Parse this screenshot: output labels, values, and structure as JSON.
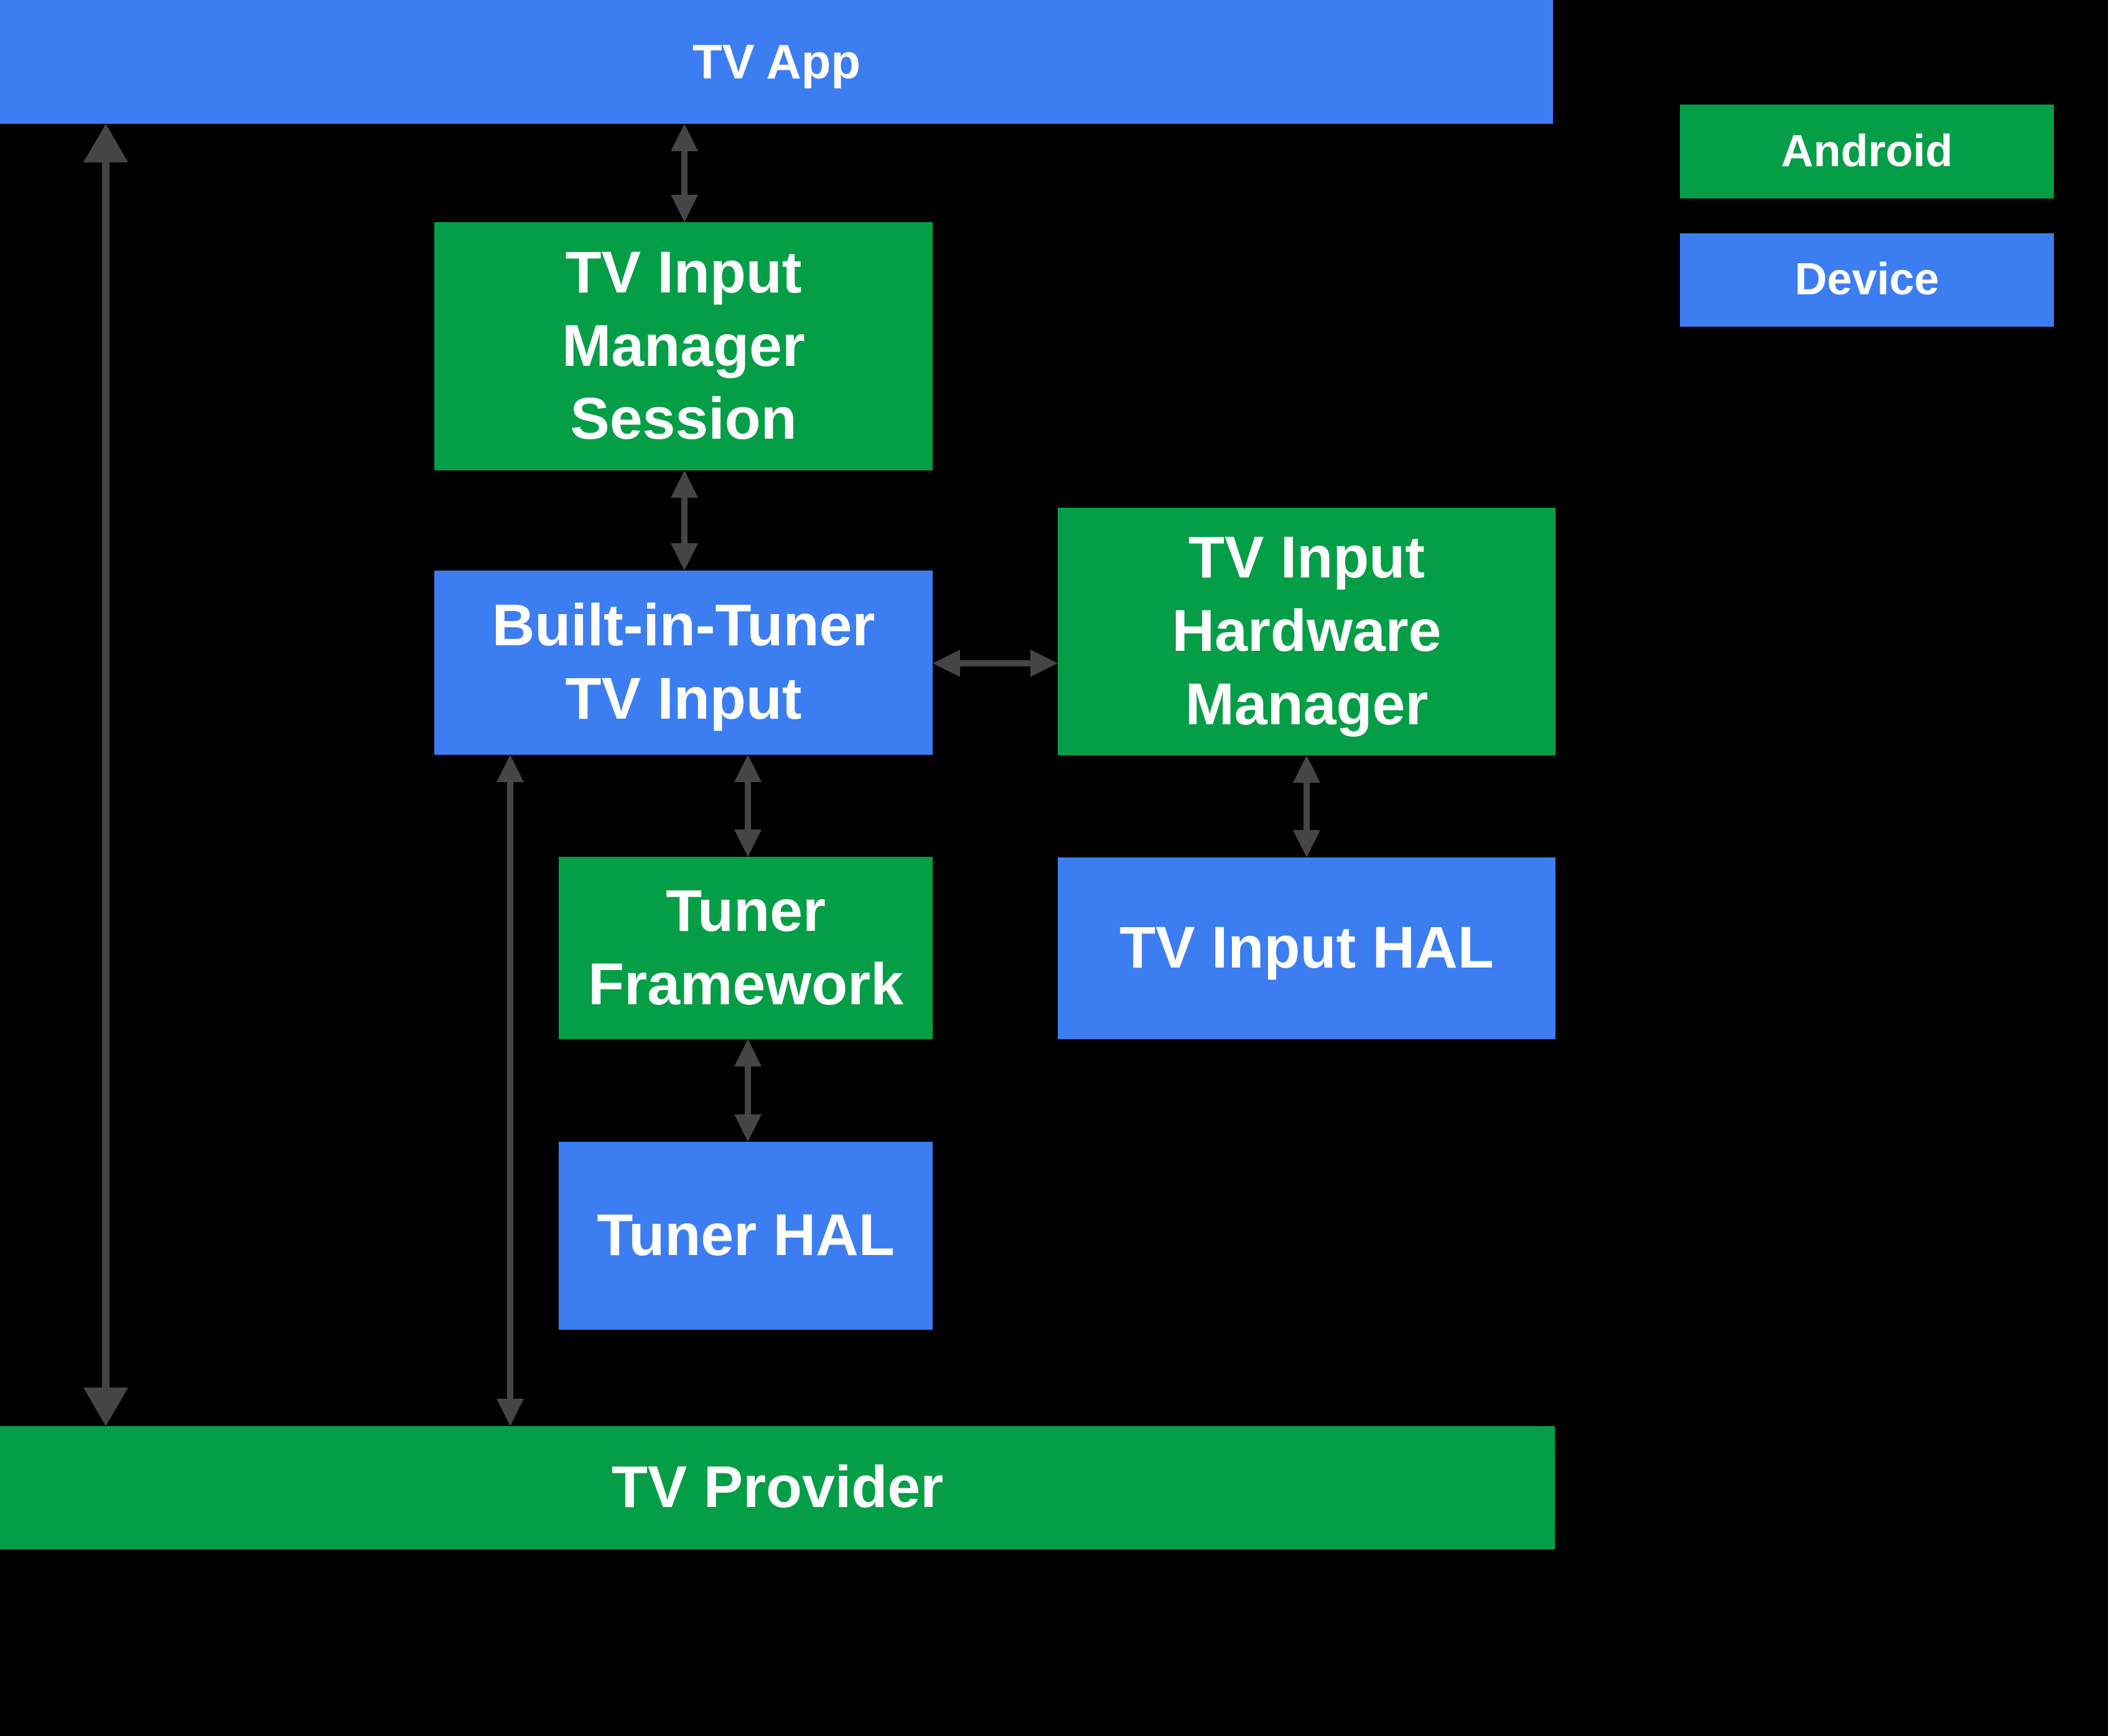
{
  "legend": {
    "android_label": "Android",
    "device_label": "Device"
  },
  "boxes": {
    "tv_app": {
      "label": "TV App",
      "category": "Device"
    },
    "tv_input_manager_session": {
      "label": "TV Input\nManager\nSession",
      "category": "Android"
    },
    "built_in_tuner_tv_input": {
      "label": "Built-in-Tuner\nTV Input",
      "category": "Device"
    },
    "tv_input_hardware_manager": {
      "label": "TV Input\nHardware\nManager",
      "category": "Android"
    },
    "tuner_framework": {
      "label": "Tuner\nFramework",
      "category": "Android"
    },
    "tv_input_hal": {
      "label": "TV Input HAL",
      "category": "Device"
    },
    "tuner_hal": {
      "label": "Tuner HAL",
      "category": "Device"
    },
    "tv_provider": {
      "label": "TV Provider",
      "category": "Android"
    }
  },
  "connections": [
    {
      "from": "TV App",
      "to": "TV Provider",
      "bidirectional": true
    },
    {
      "from": "TV App",
      "to": "TV Input Manager Session",
      "bidirectional": true
    },
    {
      "from": "TV Input Manager Session",
      "to": "Built-in-Tuner TV Input",
      "bidirectional": true
    },
    {
      "from": "Built-in-Tuner TV Input",
      "to": "TV Input Hardware Manager",
      "bidirectional": true
    },
    {
      "from": "TV Input Hardware Manager",
      "to": "TV Input HAL",
      "bidirectional": true
    },
    {
      "from": "Built-in-Tuner TV Input",
      "to": "Tuner Framework",
      "bidirectional": true
    },
    {
      "from": "Built-in-Tuner TV Input",
      "to": "TV Provider",
      "bidirectional": true
    },
    {
      "from": "Tuner Framework",
      "to": "Tuner HAL",
      "bidirectional": true
    }
  ],
  "colors": {
    "android_green": "#049E47",
    "device_blue": "#3C7EF2",
    "arrow_gray": "#454545",
    "background": "#000000",
    "text": "#FFFFFF"
  }
}
